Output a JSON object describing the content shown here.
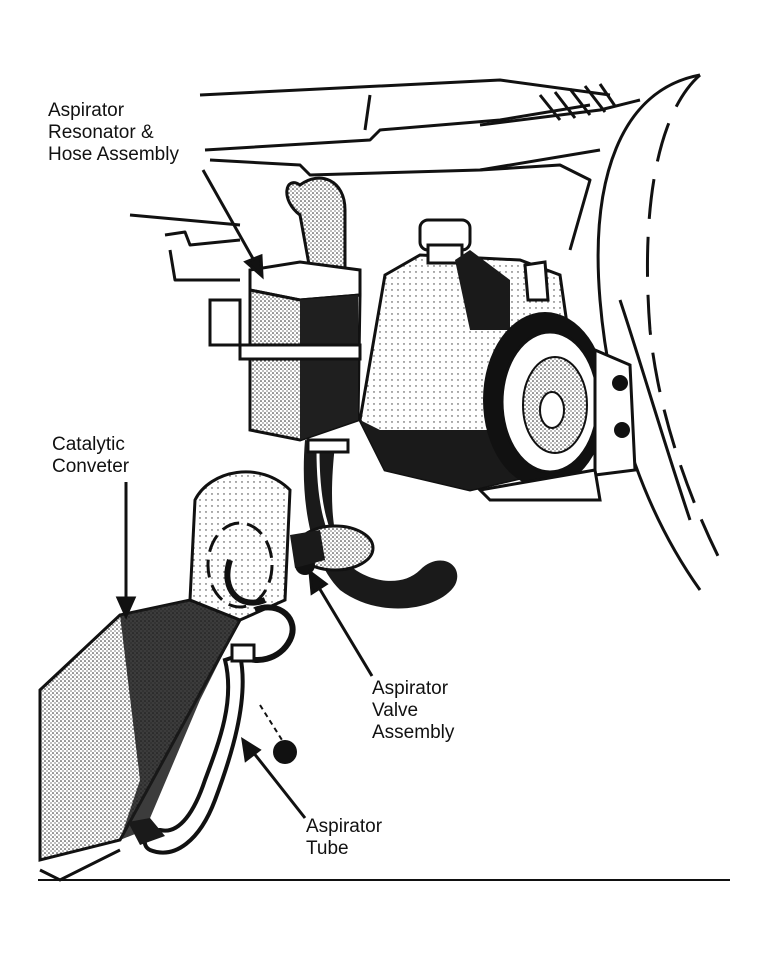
{
  "figure": {
    "labels": {
      "resonator": [
        "Aspirator",
        "Resonator &",
        "Hose Assembly"
      ],
      "catalytic": [
        "Catalytic",
        "Conveter"
      ],
      "valve": [
        "Aspirator",
        "Valve",
        "Assembly"
      ],
      "tube": [
        "Aspirator",
        "Tube"
      ]
    }
  },
  "colors": {
    "ink": "#111111",
    "paper": "#ffffff",
    "shade": "#2a2a2a"
  }
}
